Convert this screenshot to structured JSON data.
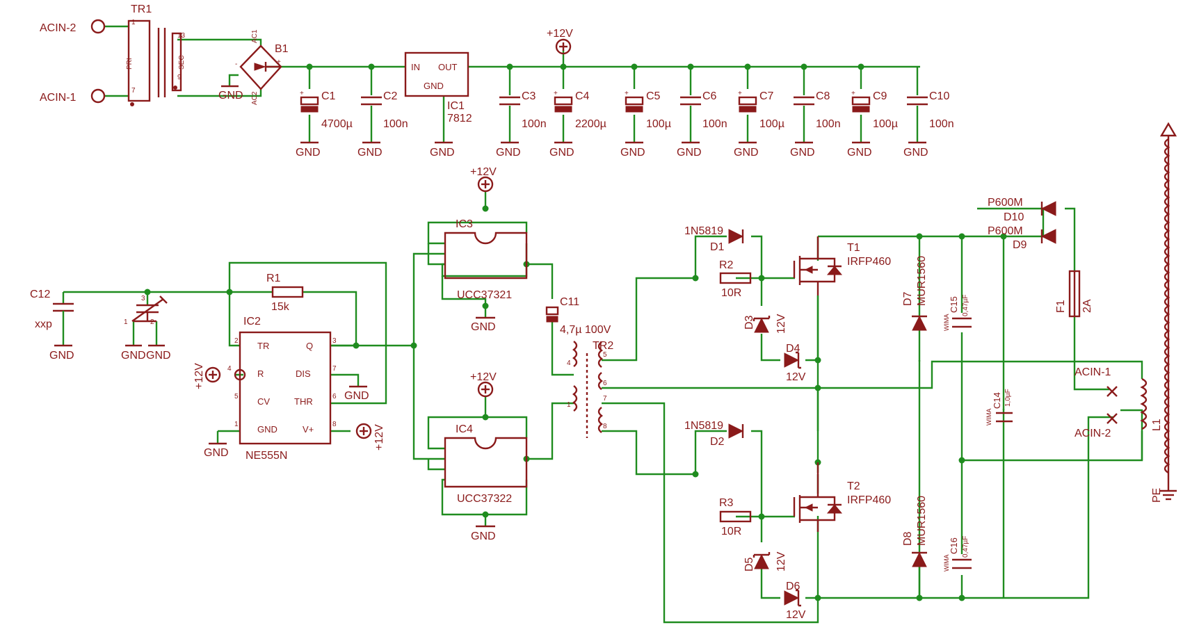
{
  "parts": {
    "TR1": {
      "name": "TR1",
      "pri": "PRI",
      "sec": "SEC",
      "p1": "1",
      "p7": "7",
      "p13": "13",
      "p9": "9"
    },
    "B1": {
      "name": "B1",
      "ac1": "AC1",
      "ac2": "AC2",
      "plus": "+",
      "minus": "-"
    },
    "IC1": {
      "name": "IC1",
      "value": "7812",
      "in": "IN",
      "out": "OUT",
      "gnd": "GND"
    },
    "caps_top": [
      {
        "name": "C1",
        "value": "4700µ"
      },
      {
        "name": "C2",
        "value": "100n"
      },
      {
        "name": "C3",
        "value": "100n"
      },
      {
        "name": "C4",
        "value": "2200µ"
      },
      {
        "name": "C5",
        "value": "100µ"
      },
      {
        "name": "C6",
        "value": "100n"
      },
      {
        "name": "C7",
        "value": "100µ"
      },
      {
        "name": "C8",
        "value": "100n"
      },
      {
        "name": "C9",
        "value": "100µ"
      },
      {
        "name": "C10",
        "value": "100n"
      }
    ],
    "C11": {
      "name": "C11",
      "value": "4,7µ 100V"
    },
    "C12": {
      "name": "C12",
      "value": "xxp"
    },
    "C14": {
      "name": "C14",
      "value": "1,0µF",
      "mark": "WIMA"
    },
    "C15": {
      "name": "C15",
      "value": "0,47µF",
      "mark": "WIMA"
    },
    "C16": {
      "name": "C16",
      "value": "0,47µF",
      "mark": "WIMA"
    },
    "R1": {
      "name": "R1",
      "value": "15k"
    },
    "R2": {
      "name": "R2",
      "value": "10R"
    },
    "R3": {
      "name": "R3",
      "value": "10R"
    },
    "IC2": {
      "name": "IC2",
      "value": "NE555N",
      "tr": "TR",
      "r": "R",
      "cv": "CV",
      "gnd": "GND",
      "q": "Q",
      "dis": "DIS",
      "thr": "THR",
      "vplus": "V+"
    },
    "IC3": {
      "name": "IC3",
      "value": "UCC37321"
    },
    "IC4": {
      "name": "IC4",
      "value": "UCC37322"
    },
    "TR2": {
      "name": "TR2"
    },
    "T1": {
      "name": "T1",
      "value": "IRFP460"
    },
    "T2": {
      "name": "T2",
      "value": "IRFP460"
    },
    "D1": {
      "name": "D1",
      "value": "1N5819"
    },
    "D2": {
      "name": "D2",
      "value": "1N5819"
    },
    "D3": {
      "name": "D3",
      "value": "12V"
    },
    "D4": {
      "name": "D4",
      "value": "12V"
    },
    "D5": {
      "name": "D5",
      "value": "12V"
    },
    "D6": {
      "name": "D6",
      "value": "12V"
    },
    "D7": {
      "name": "D7",
      "value": "MUR1560"
    },
    "D8": {
      "name": "D8",
      "value": "MUR1560"
    },
    "D9": {
      "name": "D9",
      "value": "P600M"
    },
    "D10": {
      "name": "D10",
      "value": "P600M"
    },
    "F1": {
      "name": "F1",
      "value": "2A"
    },
    "L1": {
      "name": "L1"
    },
    "PE": {
      "name": "PE"
    }
  },
  "nets": {
    "acin1": "ACIN-1",
    "acin2": "ACIN-2",
    "v12": "+12V",
    "gnd": "GND"
  },
  "pins": {
    "p1": "1",
    "p2": "2",
    "p3": "3",
    "p4": "4",
    "p5": "5",
    "p6": "6",
    "p7": "7",
    "p8": "8"
  }
}
